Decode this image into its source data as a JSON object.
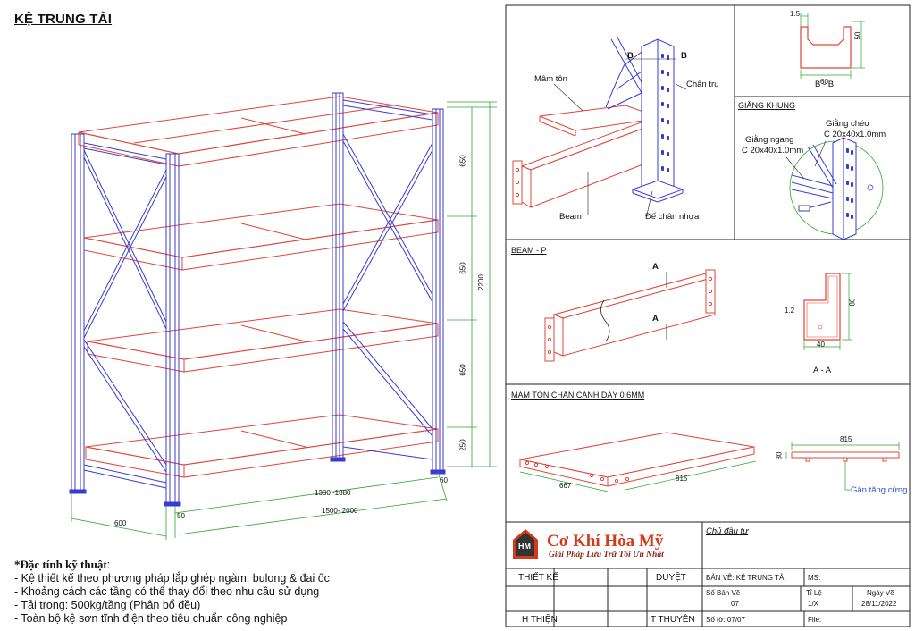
{
  "title": "KỆ TRUNG TẢI",
  "specs": {
    "heading": "*Đặc tính kỹ thuật",
    "colon": ":",
    "items": [
      "- Kệ thiết kế theo phương pháp lắp ghép ngàm, bulong & đai ốc",
      "- Khoảng cách các tầng có thể thay đổi theo nhu cầu sử dụng",
      "- Tải trọng: 500kg/tầng (Phân bổ đều)",
      "- Toàn bộ kệ sơn tĩnh điện theo tiêu chuẩn công nghiệp"
    ]
  },
  "main_dims": {
    "tier1": "650",
    "tier2": "650",
    "tier3": "650",
    "bottom": "250",
    "height": "2200",
    "inner_length": "1380 -1880",
    "outer_length": "1500- 2000",
    "depth": "600",
    "post_a": "50",
    "post_b": "60"
  },
  "detail1": {
    "mam_ton": "Mâm tôn",
    "chan_tru": "Chân trụ",
    "beam": "Beam",
    "de_chan": "Đế chân nhựa",
    "b_left": "B",
    "b_right": "B"
  },
  "section_bb": {
    "label": "B - B",
    "thickness": "1.5",
    "height": "50",
    "width": "60"
  },
  "giang_khung": {
    "title": "GIẰNG KHUNG",
    "giang_cheo": "Giằng chéo",
    "giang_cheo_spec": "C 20x40x1.0mm",
    "giang_ngang": "Giằng ngang",
    "giang_ngang_spec": "C 20x40x1.0mm"
  },
  "beam_p": {
    "title": "BEAM - P",
    "a_top": "A",
    "a_bottom": "A",
    "section_label": "A - A",
    "thickness": "1.2",
    "height": "80",
    "width": "40"
  },
  "mam_ton": {
    "title": "MÂM TÔN CHẤN CẠNH DÀY 0.6MM",
    "depth": "667",
    "length": "815",
    "side_length": "815",
    "side_height": "30",
    "stiffener": "Gân tăng cứng"
  },
  "title_block": {
    "brand": "Cơ Khí Hòa Mỹ",
    "slogan": "Giải Pháp Lưu Trữ Tối Ưu Nhất",
    "logo_text": "HM",
    "chu_dau_tu": "Chủ đầu tư",
    "thiet_ke": "THIẾT KẾ",
    "duyet": "DUYỆT",
    "ban_ve": "BẢN VẼ: KỆ TRUNG TẢI",
    "ms": "MS:",
    "so_ban_ve_label": "Số Bản Vẽ",
    "so_ban_ve": "07",
    "ti_le_label": "Tỉ Lệ",
    "ti_le": "1/X",
    "ngay_ve_label": "Ngày Vẽ",
    "ngay_ve": "28/11/2022",
    "h_thien": "H THIỆN",
    "t_thuyen": "T THUYỀN",
    "so_to": "Số tờ: 07/07",
    "file": "File:"
  },
  "colors": {
    "frame_blue": "#3a3ad0",
    "rack_red": "#e0443a",
    "dim_green": "#2aa52a",
    "brand_red": "#d33a1c"
  }
}
